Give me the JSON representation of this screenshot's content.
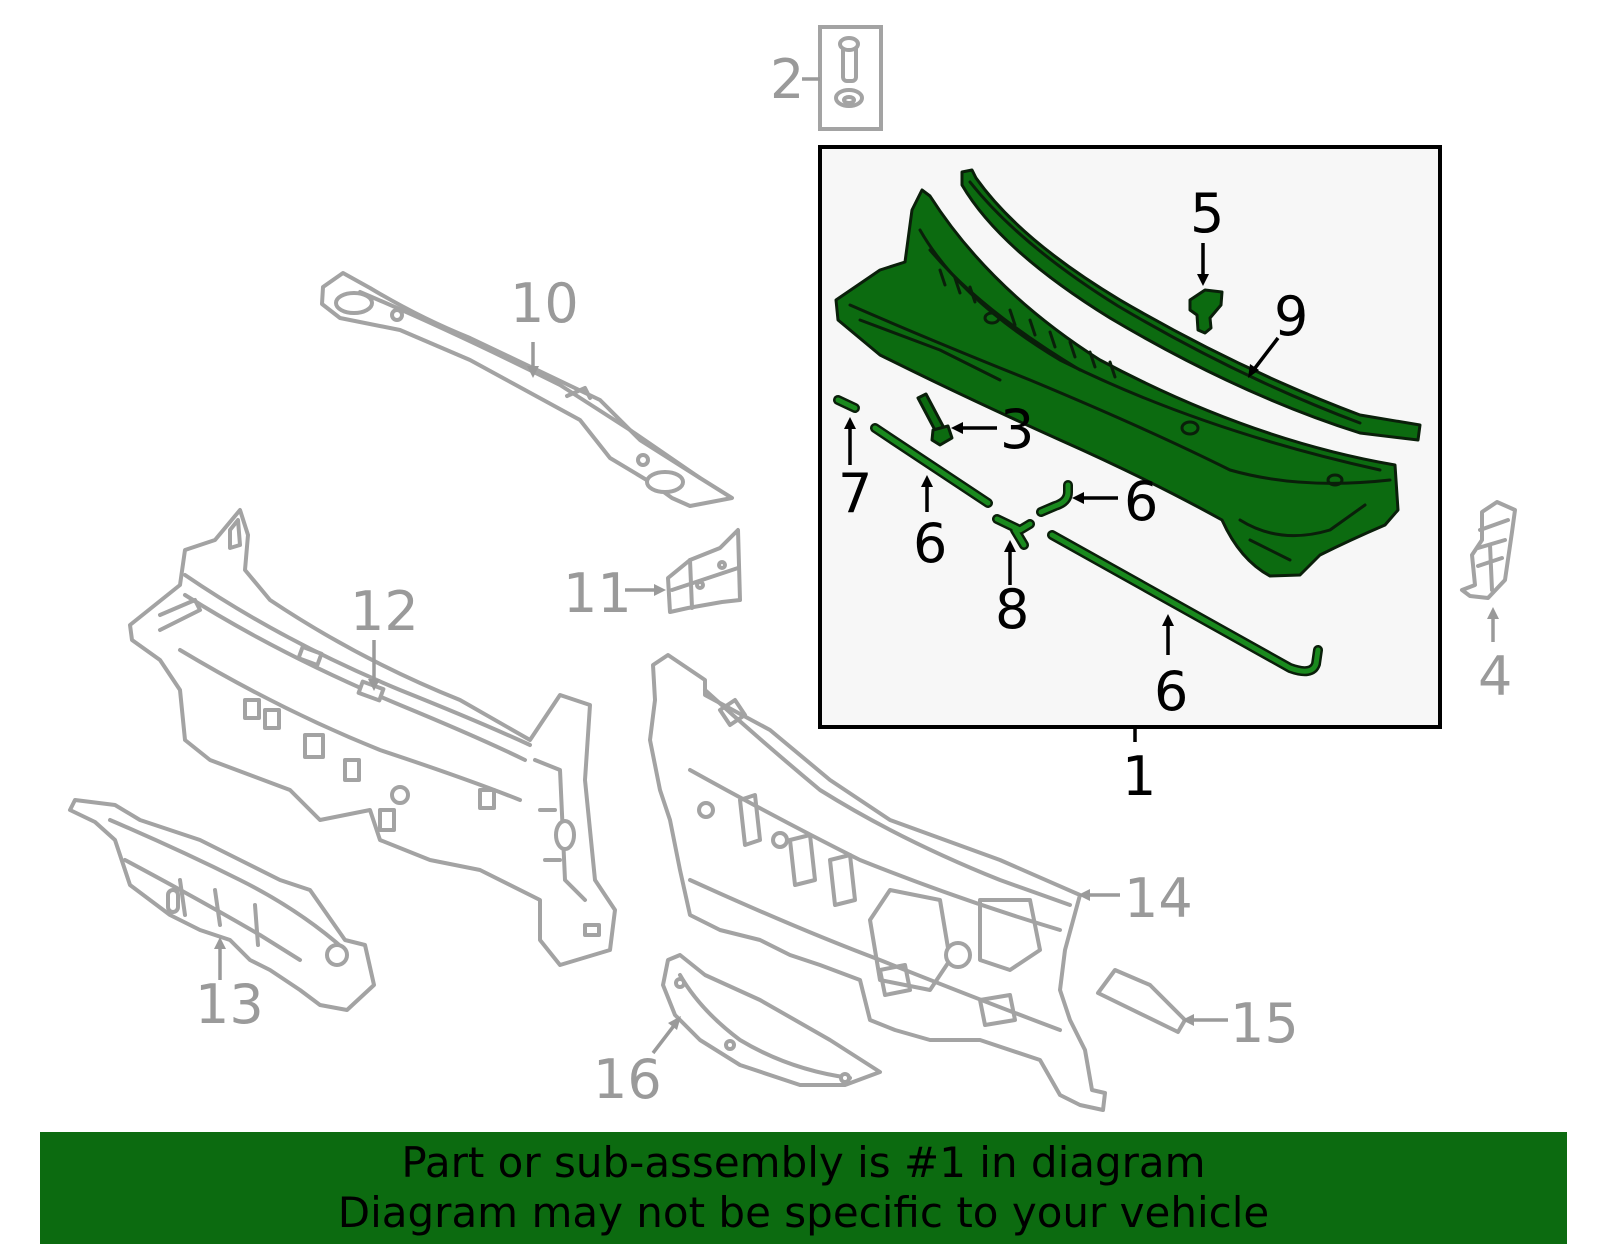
{
  "callouts": {
    "c1": "1",
    "c2": "2",
    "c3": "3",
    "c4": "4",
    "c5": "5",
    "c6a": "6",
    "c6b": "6",
    "c6c": "6",
    "c7": "7",
    "c8": "8",
    "c9": "9",
    "c10": "10",
    "c11": "11",
    "c12": "12",
    "c13": "13",
    "c14": "14",
    "c15": "15",
    "c16": "16"
  },
  "banner": {
    "line1": "Part or sub-assembly is #1 in diagram",
    "line2": "Diagram may not be specific to your vehicle"
  },
  "colors": {
    "highlight": "#0c6b10",
    "outline_grey": "#a3a3a3",
    "callout_grey": "#9a9a9a",
    "inset_bg": "#f7f7f7"
  }
}
